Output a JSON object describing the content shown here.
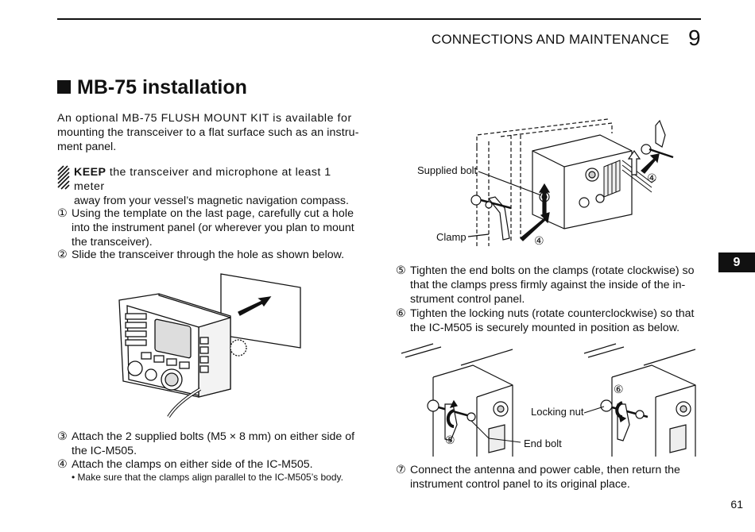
{
  "header": {
    "title": "CONNECTIONS AND MAINTENANCE",
    "chapter": "9"
  },
  "section": {
    "title": "MB-75 installation"
  },
  "intro": "An optional MB-75 FLUSH MOUNT KIT is available for mounting the transceiver to a flat surface such as an instrument panel.",
  "intro_lines": [
    "An optional MB-75 FLUSH MOUNT KIT is available for",
    "mounting the transceiver to a flat surface such as an instru-",
    "ment panel."
  ],
  "caution": {
    "keyword": "KEEP",
    "line1_rest": " the transceiver and microphone at least 1 meter",
    "line2": "away from your vessel’s magnetic navigation compass."
  },
  "steps_left_top": [
    {
      "num": "①",
      "lines": [
        "Using the template on the last page, carefully cut a hole",
        "into the instrument panel (or wherever you plan to mount",
        "the transceiver)."
      ]
    },
    {
      "num": "②",
      "lines": [
        "Slide the transceiver through the hole as shown below."
      ]
    }
  ],
  "steps_left_bottom": [
    {
      "num": "③",
      "lines": [
        "Attach the 2 supplied bolts (M5 × 8 mm) on either side of",
        "the IC-M505."
      ]
    },
    {
      "num": "④",
      "lines": [
        "Attach the clamps on either side of the IC-M505."
      ]
    }
  ],
  "bullet_note": "• Make sure that the clamps align parallel to the IC-M505’s body.",
  "steps_right_mid": [
    {
      "num": "⑤",
      "lines": [
        "Tighten the end bolts on the clamps (rotate clockwise) so",
        "that the clamps press firmly against the inside of the in-",
        "strument control panel."
      ]
    },
    {
      "num": "⑥",
      "lines": [
        "Tighten the locking nuts (rotate counterclockwise) so that",
        "the IC-M505 is securely mounted in position as below."
      ]
    }
  ],
  "steps_right_bottom": [
    {
      "num": "⑦",
      "lines": [
        "Connect the antenna and power cable, then return the",
        "instrument control panel to its original place."
      ]
    }
  ],
  "diagram_top": {
    "label_bolt": "Supplied bolt",
    "label_clamp": "Clamp",
    "marker_a": "④",
    "marker_b": "④"
  },
  "diagram_bottom": {
    "label_locking_nut": "Locking nut",
    "label_end_bolt": "End bolt",
    "marker_5": "⑤",
    "marker_6": "⑥"
  },
  "side_tab": "9",
  "page_number": "61"
}
